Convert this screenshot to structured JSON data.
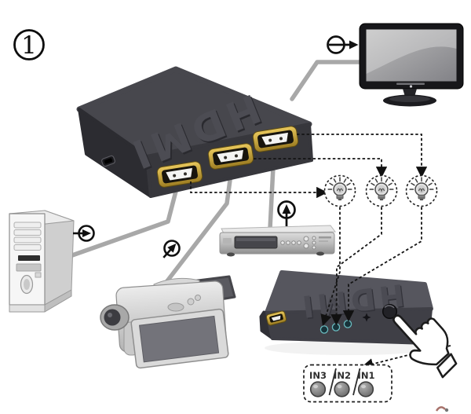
{
  "diagram": {
    "step_badge": "1",
    "background_color": "#ffffff",
    "top_switch": {
      "embossed_label": "HDMI",
      "port_count": 3
    },
    "bottom_switch": {
      "embossed_label": "HDMI",
      "led_count": 3
    },
    "input_panel": {
      "labels": [
        "IN3",
        "IN2",
        "IN1"
      ]
    },
    "devices": [
      "monitor",
      "pc-tower",
      "camcorder",
      "set-top-box",
      "hdmi-switch",
      "hdmi-switch-front-view"
    ],
    "icons": [
      "signal-out-icon",
      "signal-in-icon",
      "indicator-bulb-icon",
      "ir-sensor-icon",
      "hand-cursor-icon"
    ],
    "colors": {
      "switch_top_face": "#47474d",
      "switch_front_face": "#37373c",
      "hdmi_port_gold": "#c9a43c",
      "cable_gray": "#a8a8a8",
      "dashed_line": "#141414",
      "led_ring_teal": "#69b9bd"
    }
  }
}
